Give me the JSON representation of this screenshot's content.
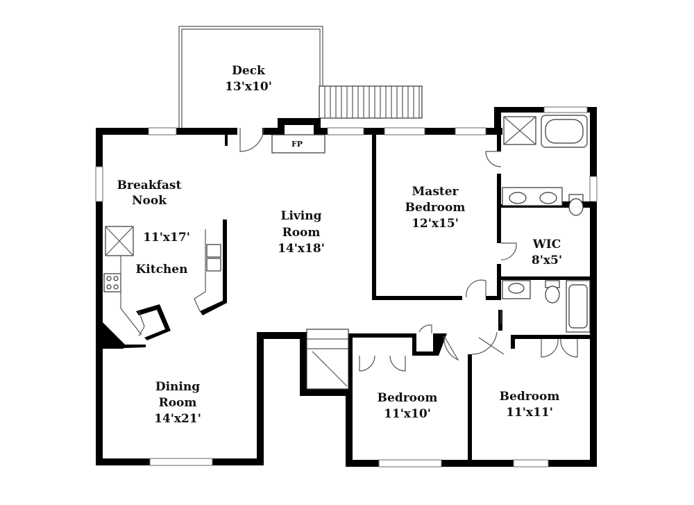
{
  "rooms": {
    "deck": {
      "name": "Deck",
      "size": "13'x10'"
    },
    "breakfast_nook": {
      "name_line1": "Breakfast",
      "name_line2": "Nook"
    },
    "kitchen": {
      "size": "11'x17'",
      "name": "Kitchen"
    },
    "living_room": {
      "name_line1": "Living",
      "name_line2": "Room",
      "size": "14'x18'"
    },
    "master_bedroom": {
      "name_line1": "Master",
      "name_line2": "Bedroom",
      "size": "12'x15'"
    },
    "wic": {
      "name": "WIC",
      "size": "8'x5'"
    },
    "dining_room": {
      "name_line1": "Dining",
      "name_line2": "Room",
      "size": "14'x21'"
    },
    "bedroom_2": {
      "name": "Bedroom",
      "size": "11'x10'"
    },
    "bedroom_3": {
      "name": "Bedroom",
      "size": "11'x11'"
    },
    "fireplace": {
      "label": "FP"
    }
  }
}
